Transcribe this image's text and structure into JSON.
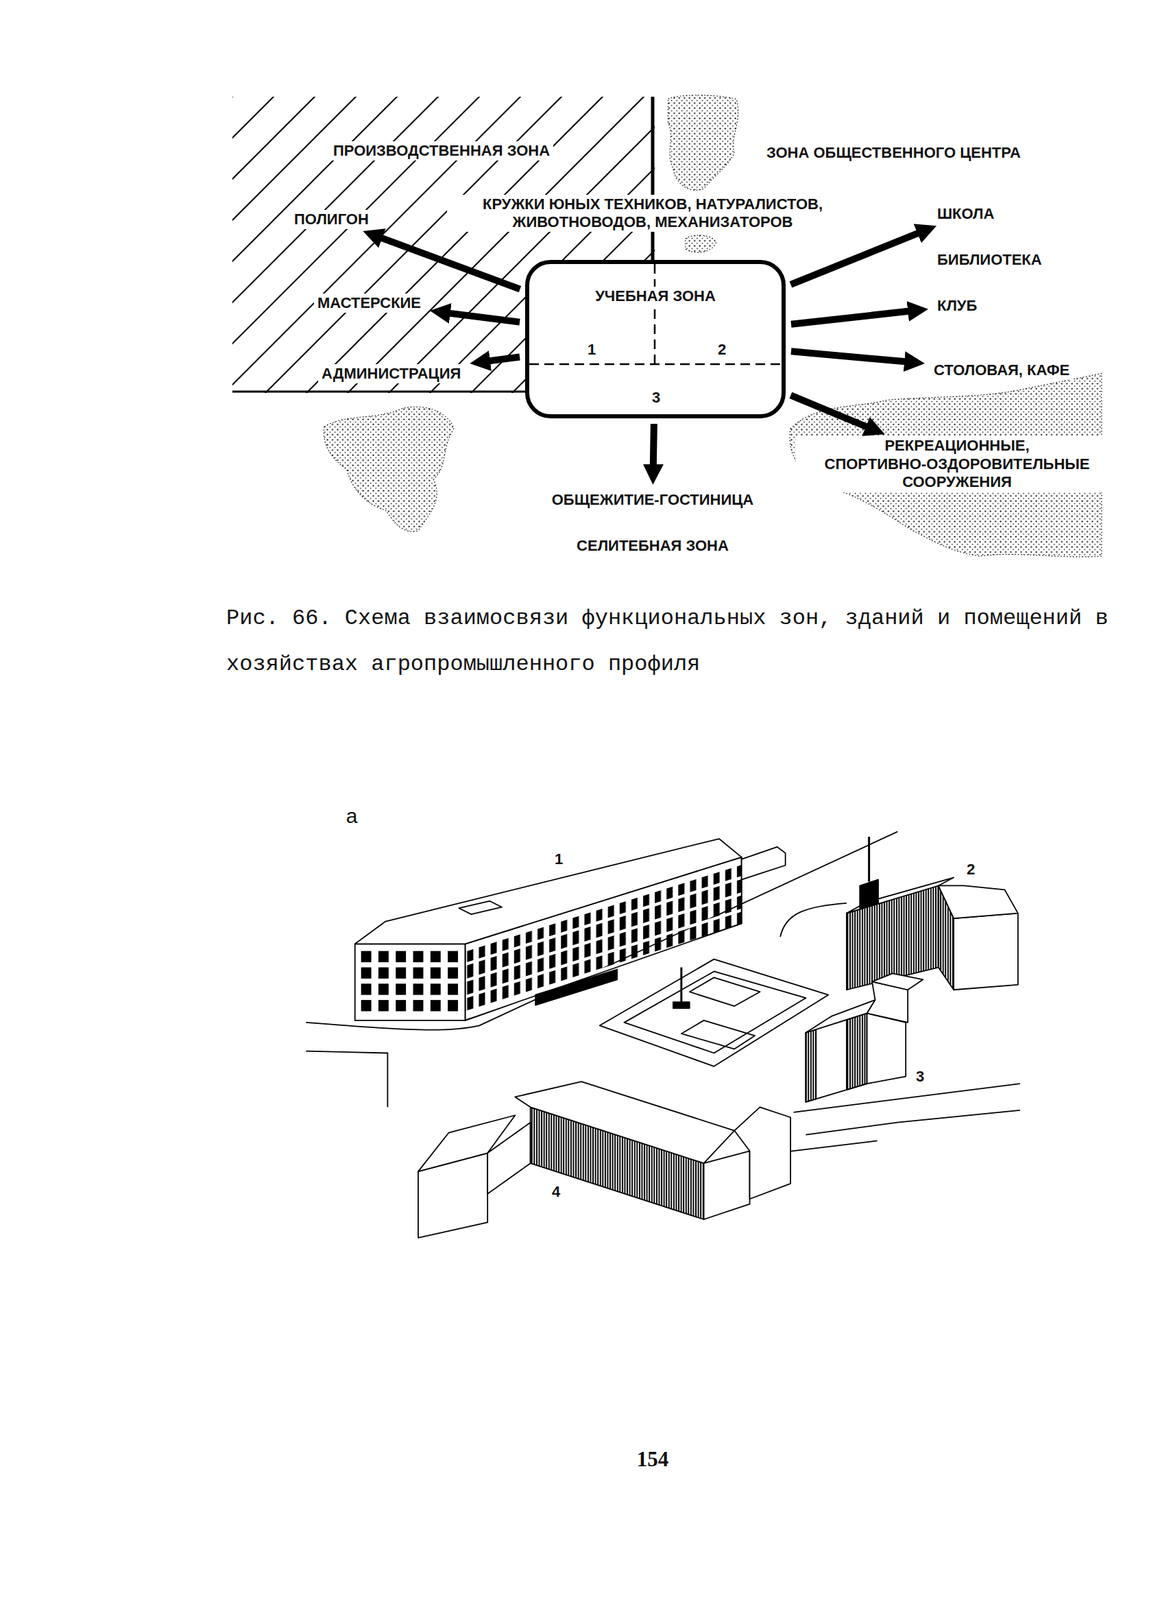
{
  "diagram": {
    "caption": "Рис. 66. Схема взаимосвязи функциональных зон, зданий и помещений в хозяйствах агропромышленного профиля",
    "nodes": [
      {
        "text": [
          "ПРОИЗВОДСТВЕННАЯ ЗОНА"
        ]
      },
      {
        "text": [
          "ПОЛИГОН"
        ],
        "in": 0
      },
      {
        "text": [
          "МАСТЕРСКИЕ"
        ],
        "in": 0
      },
      {
        "text": [
          "АДМИНИСТРАЦИЯ"
        ],
        "in": 0
      },
      {
        "text": [
          "УЧЕБНАЯ ЗОНА"
        ]
      },
      {
        "text": [
          "1"
        ],
        "in": 4
      },
      {
        "text": [
          "2"
        ],
        "in": 4
      },
      {
        "text": [
          "3"
        ],
        "in": 4
      },
      {
        "text": [
          "ШКОЛА"
        ]
      },
      {
        "text": [
          "БИБЛИОТЕКА"
        ]
      },
      {
        "text": [
          "КЛУБ"
        ]
      },
      {
        "text": [
          "СТОЛОВАЯ, КАФЕ"
        ]
      },
      {
        "text": [
          "РЕКРЕАЦИОННЫЕ, СПОРТИВНО-ОЗДОРОВИТЕЛЬНЫЕ СООРУЖЕНИЯ"
        ]
      },
      {
        "text": [
          "ОБЩЕЖИТИЕ-ГОСТИНИЦА"
        ]
      }
    ],
    "edges": [
      {
        "from": 4,
        "to": 1,
        "arrow": "to"
      },
      {
        "from": 4,
        "to": 2,
        "arrow": "to"
      },
      {
        "from": 4,
        "to": 3,
        "arrow": "to"
      },
      {
        "from": 4,
        "to": 8,
        "arrow": "to"
      },
      {
        "from": 4,
        "to": 10,
        "arrow": "to"
      },
      {
        "from": 4,
        "to": 11,
        "arrow": "to"
      },
      {
        "from": 4,
        "to": 12,
        "arrow": "to"
      },
      {
        "from": 4,
        "to": 13,
        "arrow": "to"
      }
    ],
    "labels": [
      "ЗОНА ОБЩЕСТВЕННОГО ЦЕНТРА",
      "КРУЖКИ ЮНЫХ ТЕХНИКОВ, НАТУРАЛИСТОВ, ЖИВОТНОВОДОВ, МЕХАНИЗАТОРОВ",
      "СЕЛИТЕБНАЯ ЗОНА",
      "а",
      "1",
      "2",
      "3",
      "4",
      "154"
    ]
  }
}
